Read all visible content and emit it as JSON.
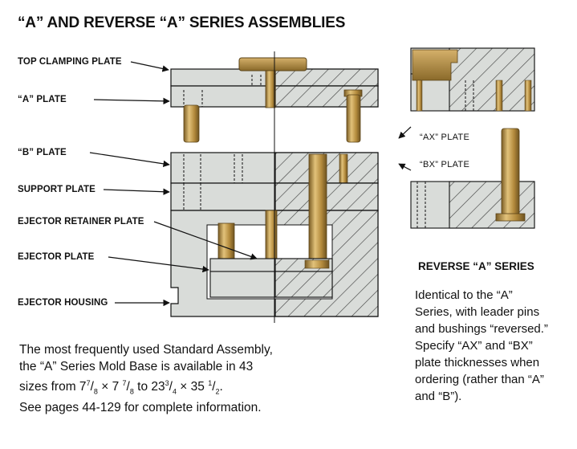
{
  "title": "“A” AND REVERSE “A” SERIES ASSEMBLIES",
  "labels": {
    "top_clamping_plate": "TOP CLAMPING PLATE",
    "a_plate": "“A” PLATE",
    "b_plate": "“B” PLATE",
    "support_plate": "SUPPORT PLATE",
    "ejector_retainer_plate": "EJECTOR RETAINER PLATE",
    "ejector_plate": "EJECTOR PLATE",
    "ejector_housing": "EJECTOR HOUSING",
    "ax_plate": "“AX” PLATE",
    "bx_plate": "“BX” PLATE"
  },
  "reverse_title": "REVERSE “A” SERIES",
  "main_description": {
    "line1": "The most frequently used Standard Assembly,",
    "line2": "the “A” Series Mold Base is available in 43",
    "line3_prefix": "sizes from 7",
    "size1_frac_num": "7",
    "size1_frac_den": "8",
    "times1": " × 7 ",
    "size2_frac_num": "7",
    "size2_frac_den": "8",
    "to_text": " to 23",
    "size3_frac_num": "3",
    "size3_frac_den": "4",
    "times2": " × 35 ",
    "size4_frac_num": "1",
    "size4_frac_den": "2",
    "line3_suffix": ".",
    "line4": "See pages 44-129 for complete information."
  },
  "reverse_description": [
    "Identical to the “A”",
    "Series, with leader pins",
    "and bushings “reversed.”",
    "Specify “AX” and “BX”",
    "plate thicknesses when",
    "ordering (rather than “A”",
    "and “B”)."
  ],
  "colors": {
    "plate": "#d9dcd9",
    "outline": "#111111",
    "pin": "#b99545",
    "pin_dark": "#6e5320",
    "hatch": "#444444"
  }
}
